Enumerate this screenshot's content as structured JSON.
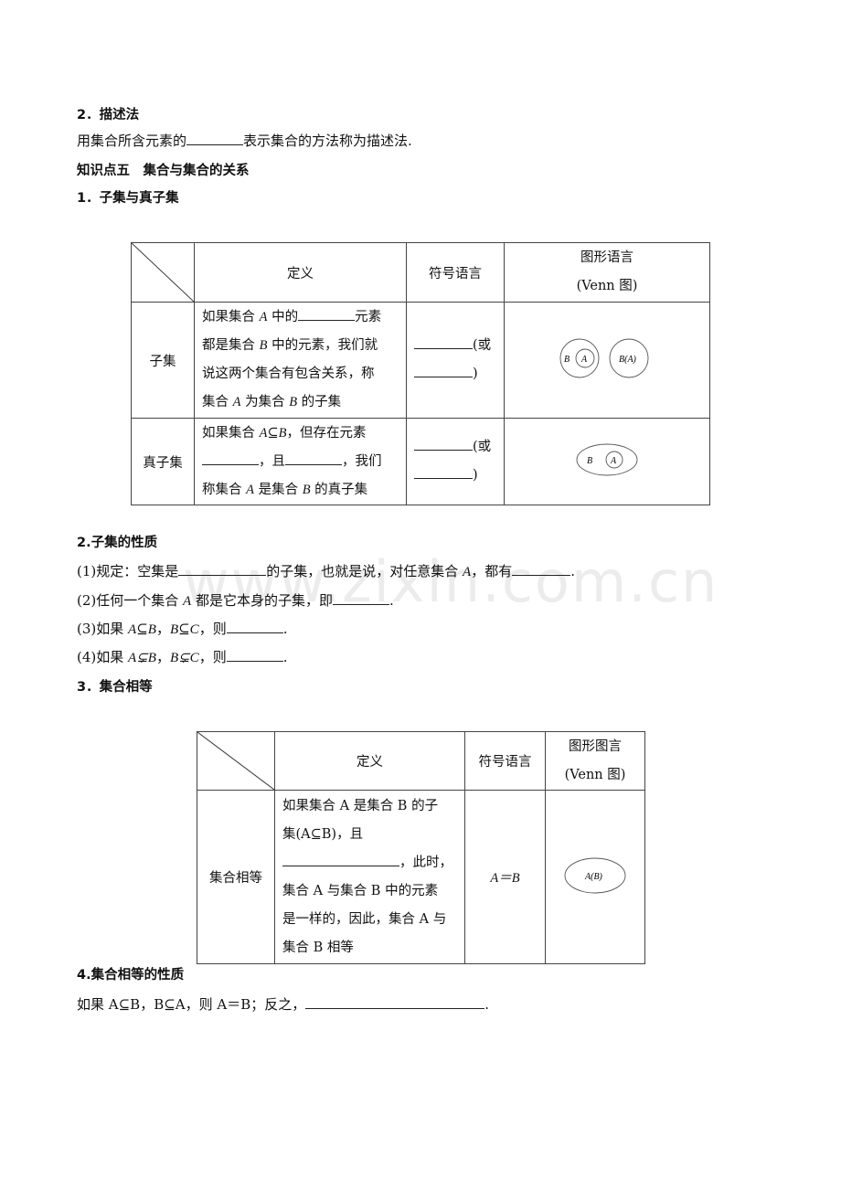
{
  "section2": {
    "heading": "2．描述法",
    "sentence_before": "用集合所含元素的",
    "sentence_after": "表示集合的方法称为描述法."
  },
  "knowledge_point": "知识点五　集合与集合的关系",
  "sub1": {
    "heading": "1．子集与真子集"
  },
  "table1": {
    "headers": {
      "definition": "定义",
      "symbol": "符号语言",
      "graphic_line1": "图形语言",
      "graphic_line2": "(Venn 图)"
    },
    "rows": [
      {
        "label": "子集",
        "definition_lines": [
          [
            "如果集合 ",
            "A",
            " 中的",
            "BLANK",
            "元素"
          ],
          [
            "都是集合 ",
            "B",
            " 中的元素，我们就"
          ],
          [
            "说这两个集合有包含关系，称"
          ],
          [
            "集合 ",
            "A",
            " 为集合 ",
            "B",
            " 的子集"
          ]
        ],
        "symbol_line1_suffix": "(或",
        "symbol_line2_suffix": ")",
        "venn": {
          "labels": [
            "B",
            "A",
            "B(A)"
          ]
        }
      },
      {
        "label": "真子集",
        "definition_lines": [
          [
            "如果集合 ",
            "A⊆B",
            "，但存在元素"
          ],
          [
            "BLANK",
            "，且",
            "BLANK",
            "，我们"
          ],
          [
            "称集合 ",
            "A",
            " 是集合 ",
            "B",
            " 的真子集"
          ]
        ],
        "symbol_line1_suffix": "(或",
        "symbol_line2_suffix": ")",
        "venn": {
          "labels": [
            "B",
            "A"
          ]
        }
      }
    ]
  },
  "sub2": {
    "heading": "2.子集的性质",
    "items": [
      {
        "prefix": "(1)规定：空集是",
        "middle": "的子集，也就是说，对任意集合 ",
        "var": "A",
        "after": "，都有",
        "end": "."
      },
      {
        "prefix": "(2)任何一个集合 ",
        "var": "A",
        "after": " 都是它本身的子集，即",
        "end": "."
      },
      {
        "prefix": "(3)如果 ",
        "expr1": "A⊆B",
        "sep": "，",
        "expr2": "B⊆C",
        "after": "，则",
        "end": "."
      },
      {
        "prefix": "(4)如果 ",
        "expr1": "A⊊B",
        "sep": "，",
        "expr2": "B⊊C",
        "after": "，则",
        "end": "."
      }
    ]
  },
  "sub3": {
    "heading": "3．集合相等"
  },
  "table2": {
    "headers": {
      "definition": "定义",
      "symbol": "符号语言",
      "graphic_line1": "图形图言",
      "graphic_line2": "(Venn 图)"
    },
    "row": {
      "label": "集合相等",
      "definition_lines": [
        "如果集合 A 是集合 B 的子",
        "集(A⊆B)，且",
        "BLANK，此时，",
        "集合 A 与集合 B 中的元素",
        "是一样的，因此，集合 A 与",
        "集合 B 相等"
      ],
      "symbol": "A＝B",
      "venn_label": "A(B)"
    }
  },
  "sub4": {
    "heading": "4.集合相等的性质",
    "sentence": "如果 A⊆B，B⊆A，则 A＝B；反之，",
    "end": "."
  },
  "watermark": "www.zixin.com.cn"
}
